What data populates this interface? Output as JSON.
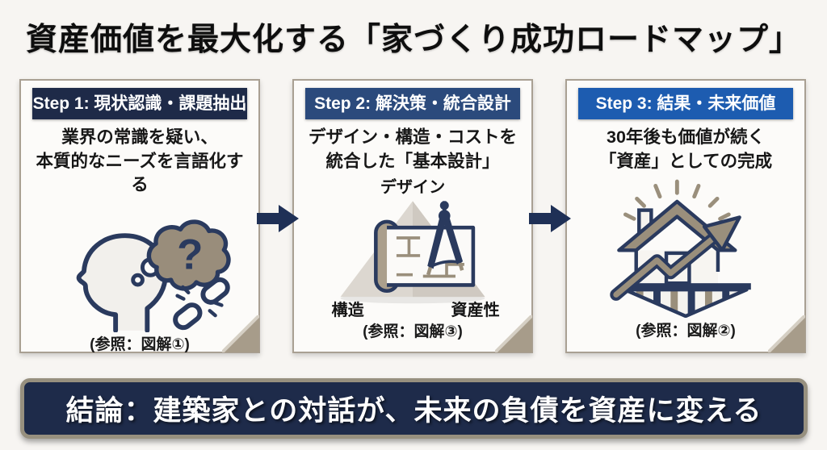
{
  "title": "資産価値を最大化する「家づくり成功ロードマップ」",
  "steps": [
    {
      "header": "Step 1: 現状認識・課題抽出",
      "header_color": "#1e2a48",
      "desc_line1": "業界の常識を疑い、",
      "desc_line2": "本質的なニーズを言語化する",
      "icon": "thinking-head-broken-chain-icon",
      "reference": "(参照：図解①)"
    },
    {
      "header": "Step 2: 解決策・統合設計",
      "header_color": "#2b4a7c",
      "desc_line1": "デザイン・構造・コストを",
      "desc_line2": "統合した「基本設計」",
      "icon": "design-triangle-blueprint-compass-icon",
      "triangle": {
        "top": "デザイン",
        "bottom_left": "構造",
        "bottom_right": "資産性"
      },
      "reference": "(参照：図解③)"
    },
    {
      "header": "Step 3: 結果・未来価値",
      "header_color": "#1d5cb0",
      "desc_line1": "30年後も価値が続く",
      "desc_line2": "「資産」としての完成",
      "icon": "house-value-growth-icon",
      "reference": "(参照：図解②)"
    }
  ],
  "flow": {
    "arrow_icon": "right-arrow-icon",
    "arrow_color": "#1f3056"
  },
  "conclusion": {
    "text": "結論：建築家との対話が、未来の負債を資産に変える",
    "bg_color": "#1e2b4a",
    "border_color": "#97907f"
  },
  "colors": {
    "background": "#f7f5f2",
    "card_border": "#a9a093"
  }
}
